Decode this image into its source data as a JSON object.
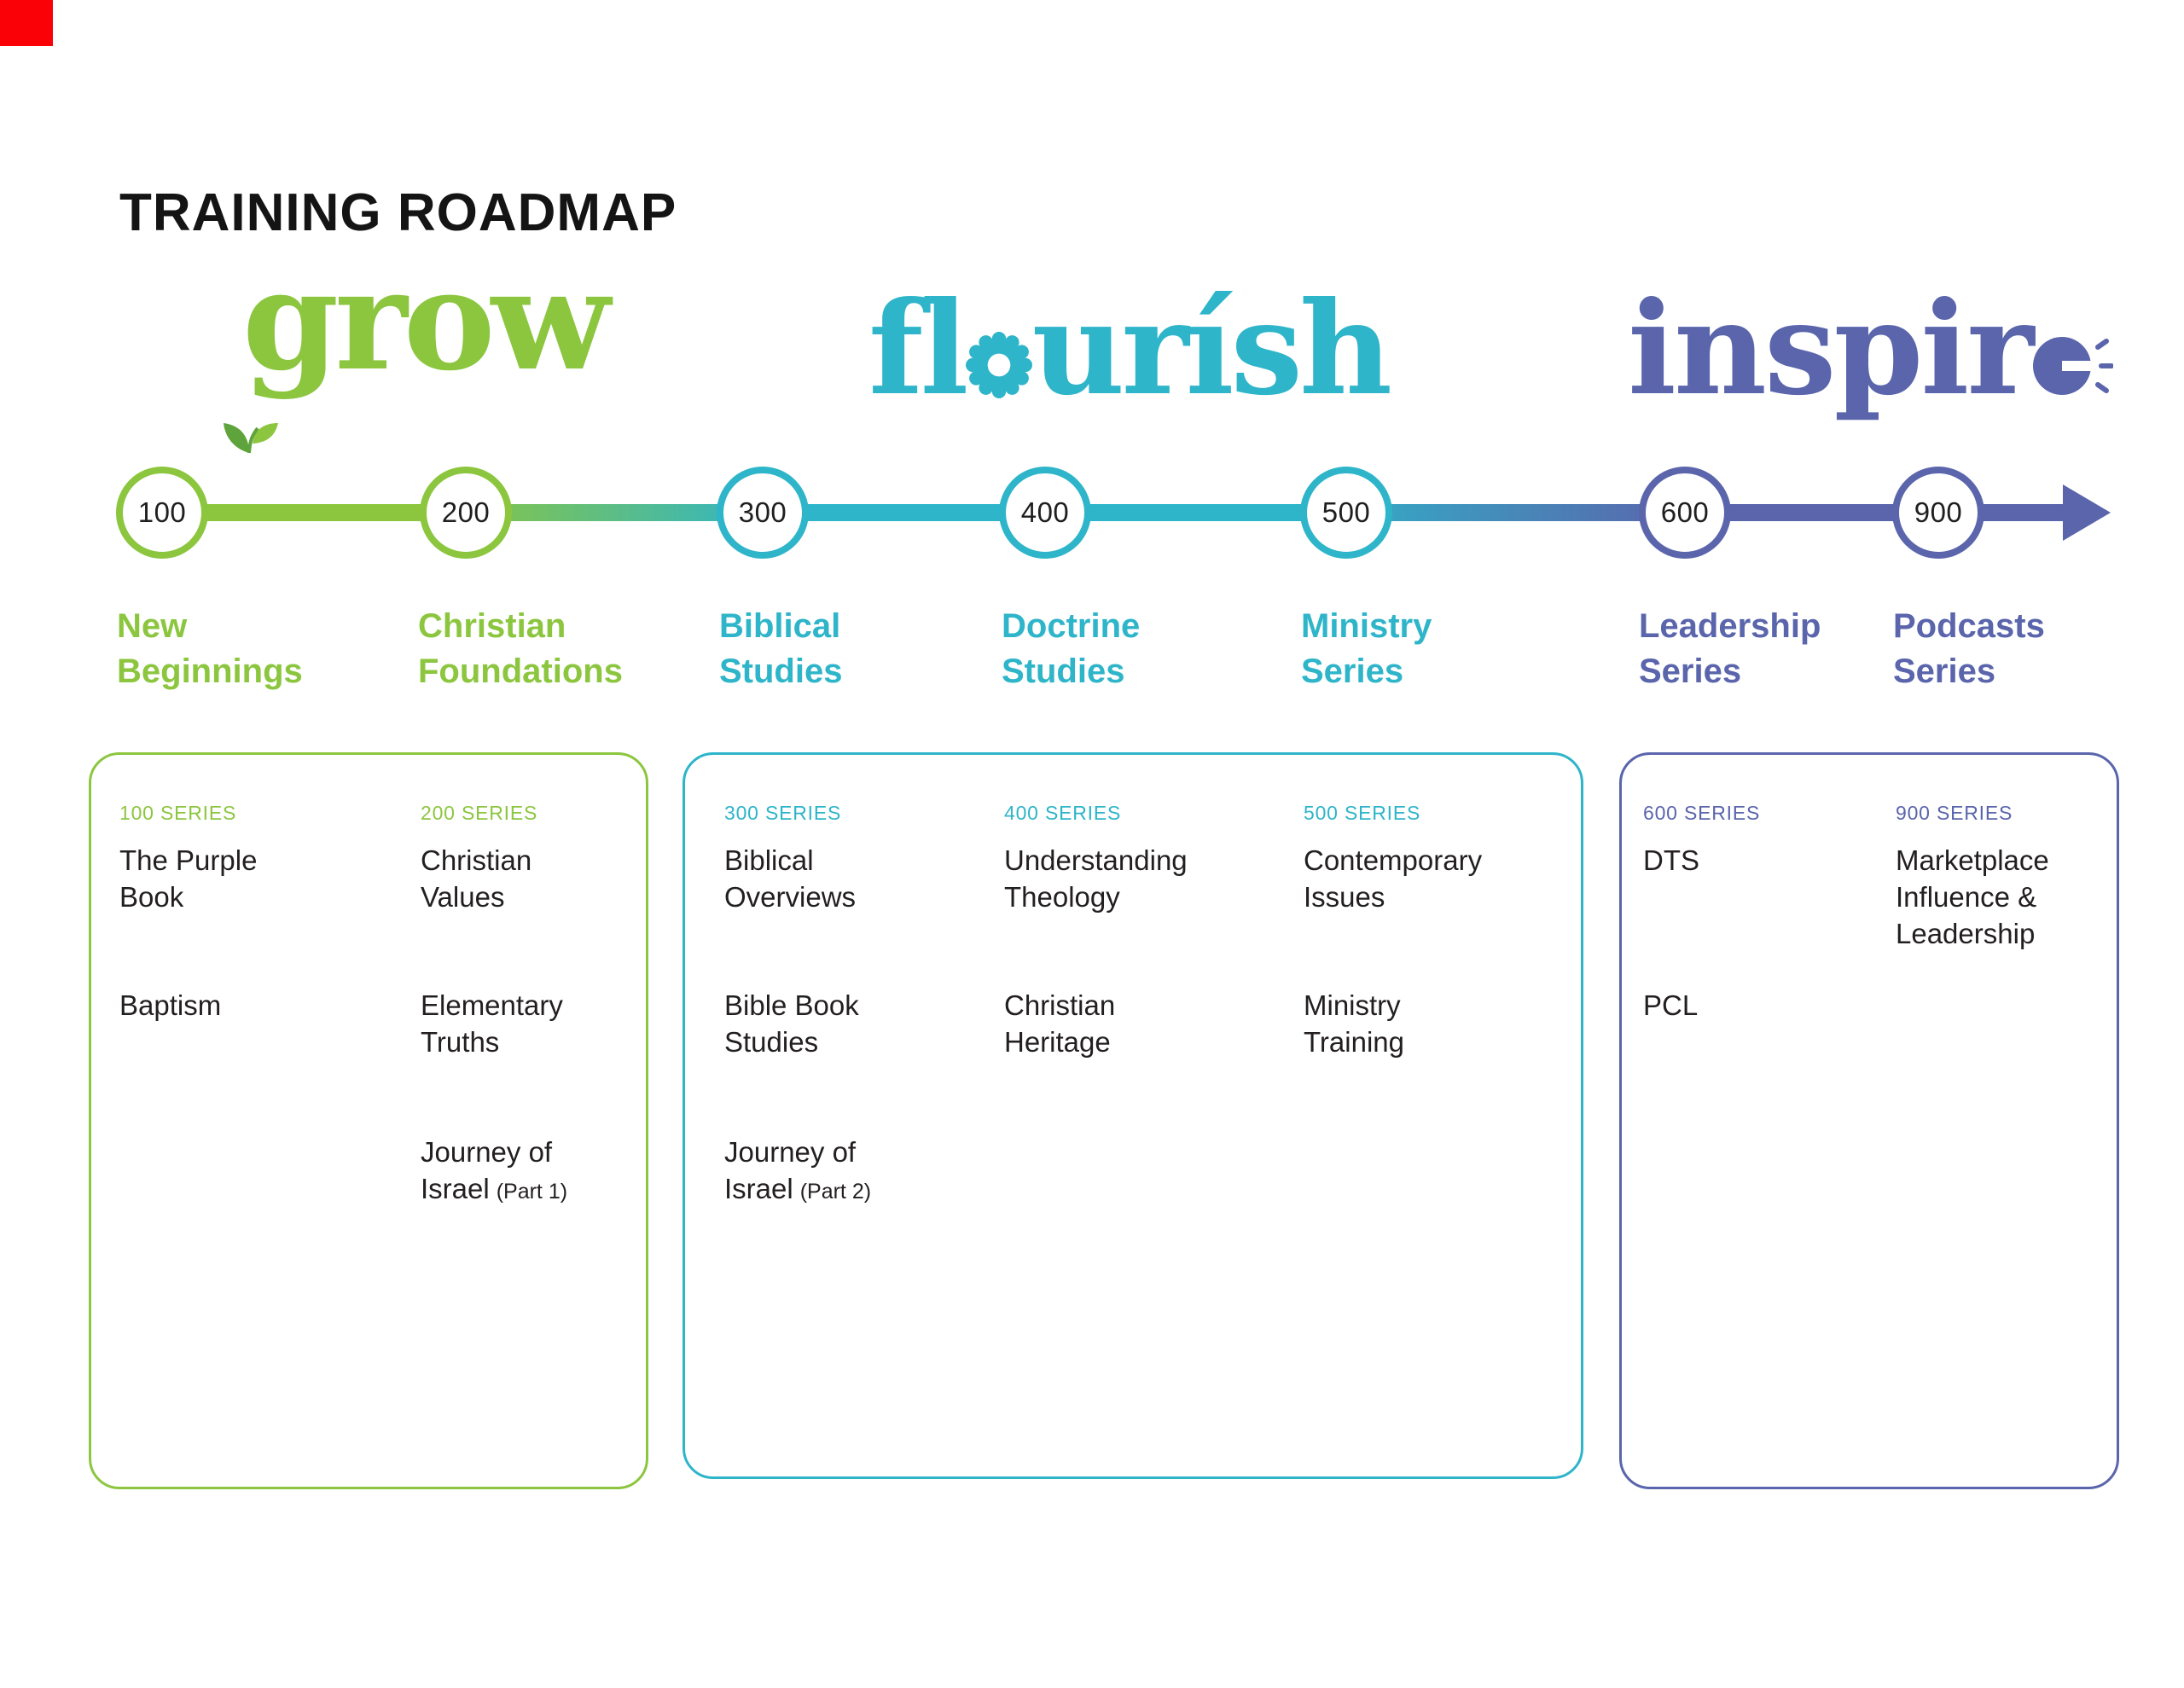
{
  "page": {
    "title": "TRAINING ROADMAP",
    "background_color": "#ffffff",
    "corner_flag_color": "#fa0007"
  },
  "logos": {
    "grow": {
      "text": "grow",
      "color": "#8CC63F",
      "icon": "sprout-icon"
    },
    "flourish": {
      "pre": "fl",
      "post": "urísh",
      "color": "#2EB5C9",
      "icon": "flower-o-icon"
    },
    "inspire": {
      "pre": "inspir",
      "color": "#5A65AC",
      "icon": "speaker-e-icon"
    }
  },
  "timeline": {
    "colors": {
      "grow": "#8CC63F",
      "flourish": "#2EB5C9",
      "inspire": "#5A65AC"
    },
    "nodes": [
      {
        "number": "100",
        "title": "New\nBeginnings",
        "phase": "grow"
      },
      {
        "number": "200",
        "title": "Christian\nFoundations",
        "phase": "grow"
      },
      {
        "number": "300",
        "title": "Biblical\nStudies",
        "phase": "flourish"
      },
      {
        "number": "400",
        "title": "Doctrine\nStudies",
        "phase": "flourish"
      },
      {
        "number": "500",
        "title": "Ministry\nSeries",
        "phase": "flourish"
      },
      {
        "number": "600",
        "title": "Leadership\nSeries",
        "phase": "inspire"
      },
      {
        "number": "900",
        "title": "Podcasts\nSeries",
        "phase": "inspire"
      }
    ]
  },
  "boxes": [
    {
      "phase": "grow",
      "border_color": "#8CC63F",
      "columns": [
        {
          "series": "100 SERIES",
          "items": [
            {
              "text": "The Purple\nBook"
            },
            {
              "text": "Baptism"
            }
          ]
        },
        {
          "series": "200 SERIES",
          "items": [
            {
              "text": "Christian\nValues"
            },
            {
              "text": "Elementary\nTruths"
            },
            {
              "text": "Journey of\nIsrael",
              "small": "(Part 1)"
            }
          ]
        }
      ]
    },
    {
      "phase": "flourish",
      "border_color": "#2EB5C9",
      "columns": [
        {
          "series": "300 SERIES",
          "items": [
            {
              "text": "Biblical\nOverviews"
            },
            {
              "text": "Bible Book\nStudies"
            },
            {
              "text": "Journey of\nIsrael",
              "small": "(Part 2)"
            }
          ]
        },
        {
          "series": "400 SERIES",
          "items": [
            {
              "text": "Understanding\nTheology"
            },
            {
              "text": "Christian\nHeritage"
            }
          ]
        },
        {
          "series": "500 SERIES",
          "items": [
            {
              "text": "Contemporary\nIssues"
            },
            {
              "text": "Ministry\nTraining"
            }
          ]
        }
      ]
    },
    {
      "phase": "inspire",
      "border_color": "#5A65AC",
      "columns": [
        {
          "series": "600 SERIES",
          "items": [
            {
              "text": "DTS"
            },
            {
              "text": "PCL"
            }
          ]
        },
        {
          "series": "900 SERIES",
          "items": [
            {
              "text": "Marketplace\nInfluence &\nLeadership"
            }
          ]
        }
      ]
    }
  ]
}
